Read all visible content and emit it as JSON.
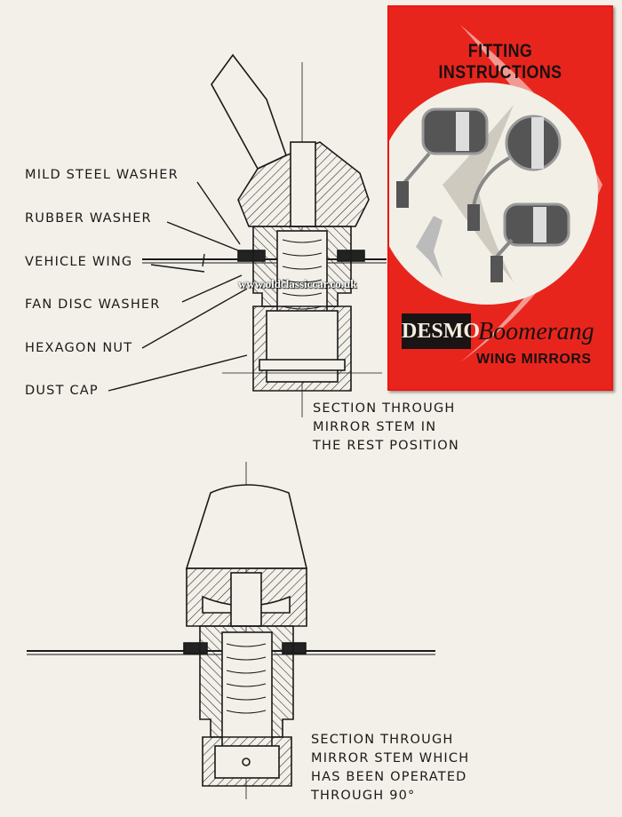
{
  "labels": [
    "MILD STEEL WASHER",
    "RUBBER WASHER",
    "VEHICLE WING",
    "FAN DISC WASHER",
    "HEXAGON NUT",
    "DUST CAP"
  ],
  "caption_rest": [
    "SECTION THROUGH",
    "MIRROR STEM IN",
    "THE REST POSITION"
  ],
  "caption_operated": [
    "SECTION THROUGH",
    "MIRROR STEM WHICH",
    "HAS BEEN OPERATED",
    "THROUGH 90°"
  ],
  "booklet": {
    "title": "FITTING INSTRUCTIONS",
    "brand": "DESMO",
    "product": "Boomerang",
    "subtitle": "WING MIRRORS",
    "color": "#e8251d"
  },
  "watermark": "www.oldclassiccar.co.uk"
}
